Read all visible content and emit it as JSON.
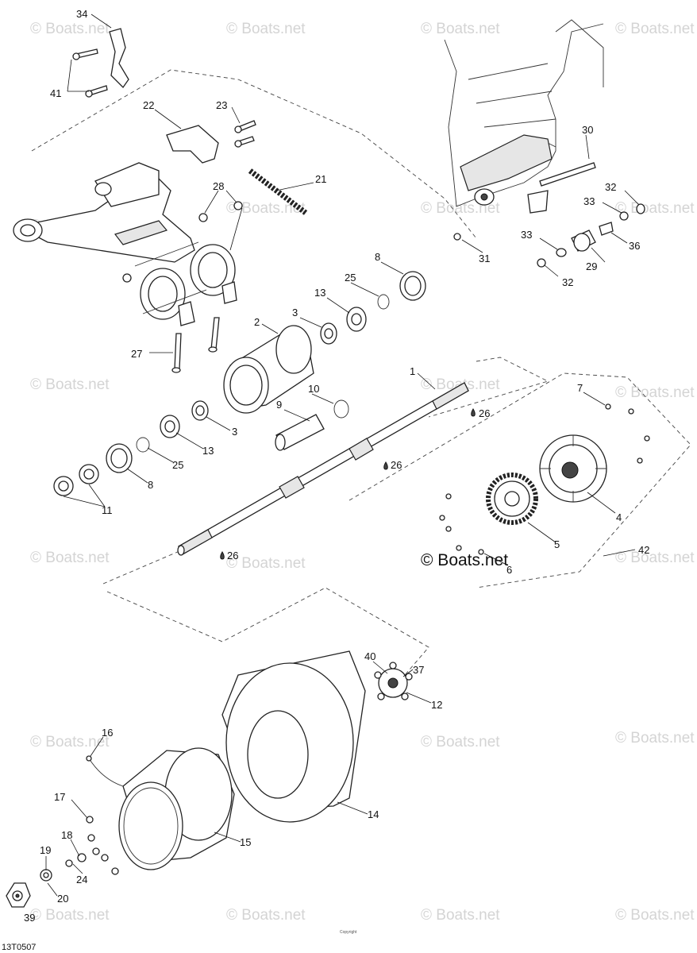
{
  "watermark": "© Boats.net",
  "brand_mark": "© Boats.net",
  "diagram_code": "13T0507",
  "copyright_tiny": "Copyright",
  "labels": {
    "p1": "1",
    "p2": "2",
    "p3a": "3",
    "p3b": "3",
    "p4": "4",
    "p5": "5",
    "p6": "6",
    "p7": "7",
    "p8a": "8",
    "p8b": "8",
    "p9": "9",
    "p10": "10",
    "p11": "11",
    "p12": "12",
    "p13a": "13",
    "p13b": "13",
    "p14": "14",
    "p15": "15",
    "p16": "16",
    "p17": "17",
    "p18": "18",
    "p19": "19",
    "p20": "20",
    "p21": "21",
    "p22": "22",
    "p23": "23",
    "p24": "24",
    "p25a": "25",
    "p25b": "25",
    "p26a": "26",
    "p26b": "26",
    "p26c": "26",
    "p27": "27",
    "p28": "28",
    "p29": "29",
    "p30": "30",
    "p31": "31",
    "p32a": "32",
    "p32b": "32",
    "p33a": "33",
    "p33b": "33",
    "p34": "34",
    "p36": "36",
    "p37": "37",
    "p39": "39",
    "p40": "40",
    "p41": "41",
    "p42": "42"
  },
  "colors": {
    "line": "#222222",
    "watermark": "#d4d4d4",
    "background": "#ffffff"
  }
}
